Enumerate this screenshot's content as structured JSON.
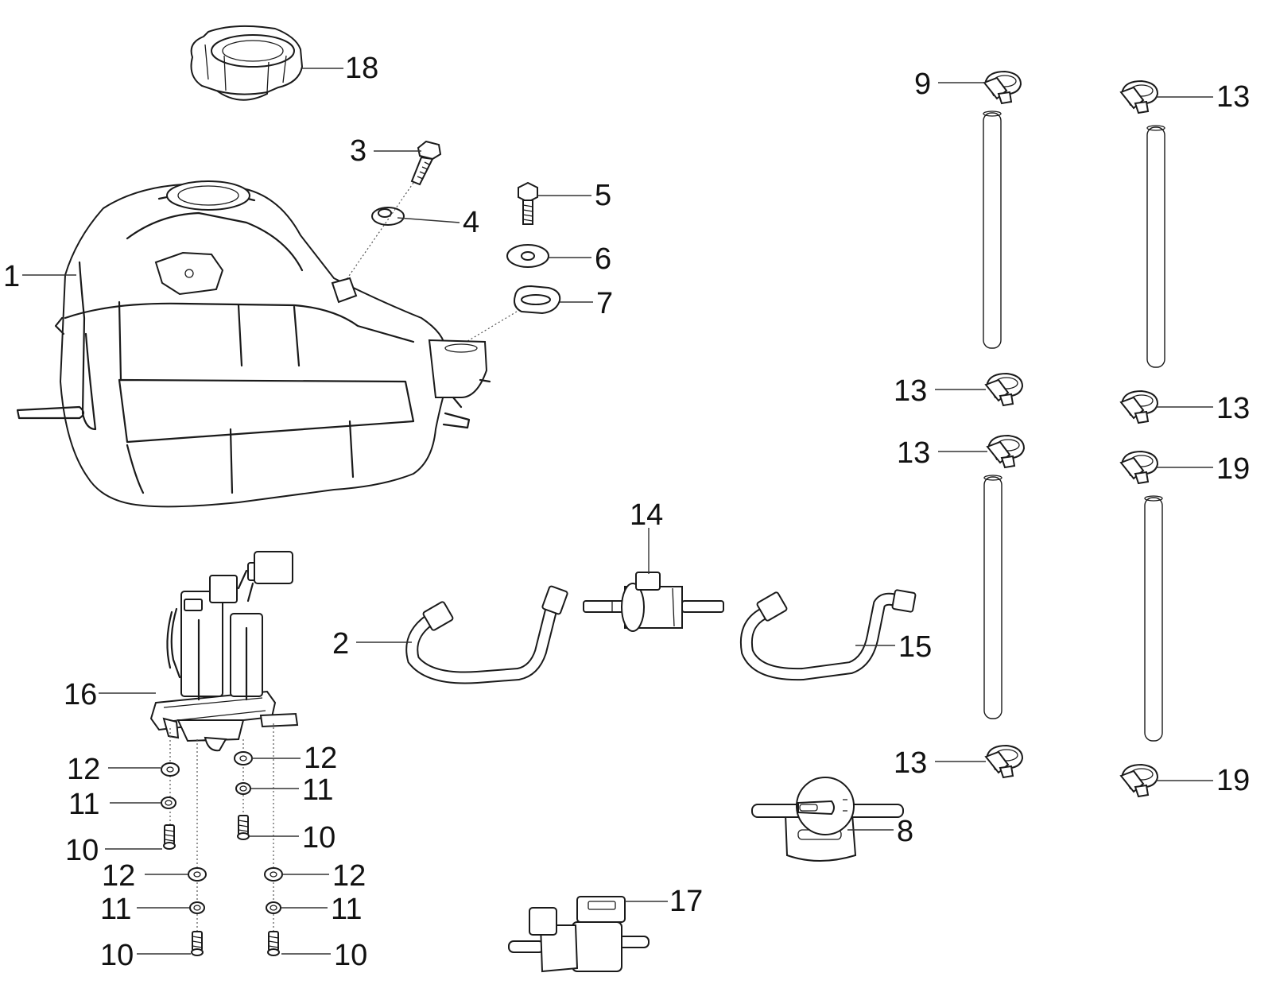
{
  "callouts": [
    {
      "id": "cap",
      "label": "18"
    },
    {
      "id": "bolt3",
      "label": "3"
    },
    {
      "id": "bolt5",
      "label": "5"
    },
    {
      "id": "washer4",
      "label": "4"
    },
    {
      "id": "washer6",
      "label": "6"
    },
    {
      "id": "rubber7",
      "label": "7"
    },
    {
      "id": "tank",
      "label": "1"
    },
    {
      "id": "clamp9",
      "label": "9"
    },
    {
      "id": "clamp13a",
      "label": "13"
    },
    {
      "id": "clamp13b",
      "label": "13"
    },
    {
      "id": "clamp13c",
      "label": "13"
    },
    {
      "id": "clamp13d",
      "label": "13"
    },
    {
      "id": "clamp13e",
      "label": "13"
    },
    {
      "id": "clamp19a",
      "label": "19"
    },
    {
      "id": "clamp19b",
      "label": "19"
    },
    {
      "id": "filter14",
      "label": "14"
    },
    {
      "id": "pipe2",
      "label": "2"
    },
    {
      "id": "pipe15",
      "label": "15"
    },
    {
      "id": "pump16",
      "label": "16"
    },
    {
      "id": "valve8",
      "label": "8"
    },
    {
      "id": "valve17",
      "label": "17"
    },
    {
      "id": "washer12a",
      "label": "12"
    },
    {
      "id": "washer12b",
      "label": "12"
    },
    {
      "id": "washer12c",
      "label": "12"
    },
    {
      "id": "washer12d",
      "label": "12"
    },
    {
      "id": "lock11a",
      "label": "11"
    },
    {
      "id": "lock11b",
      "label": "11"
    },
    {
      "id": "lock11c",
      "label": "11"
    },
    {
      "id": "lock11d",
      "label": "11"
    },
    {
      "id": "screw10a",
      "label": "10"
    },
    {
      "id": "screw10b",
      "label": "10"
    },
    {
      "id": "screw10c",
      "label": "10"
    },
    {
      "id": "screw10d",
      "label": "10"
    }
  ]
}
